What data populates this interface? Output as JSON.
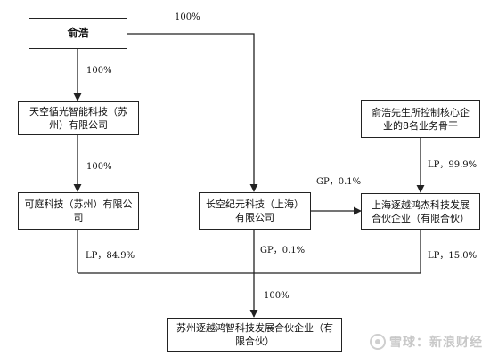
{
  "entities": {
    "yu_hao": "俞浩",
    "tiankong": "天空循光智能科技（苏州）有限公司",
    "keting": "可庭科技（苏州）有限公司",
    "changkong": "长空纪元科技（上海）有限公司",
    "core_staff": "俞浩先生所控制核心企业的8名业务骨干",
    "shanghai_zhuyue": "上海逐越鸿杰科技发展合伙企业（有限合伙）",
    "suzhou_zhuyue": "苏州逐越鸿智科技发展合伙企业（有限合伙）"
  },
  "edges": {
    "yu_to_changkong": "100%",
    "yu_to_tiankong": "100%",
    "tiankong_to_keting": "100%",
    "changkong_to_shanghai": "GP，0.1%",
    "staff_to_shanghai": "LP，99.9%",
    "keting_to_suzhou": "LP，84.9%",
    "changkong_to_suzhou": "GP，0.1%",
    "shanghai_to_suzhou": "LP，15.0%",
    "merged_to_suzhou": "100%"
  },
  "watermark": {
    "text": "雪球：新浪财经"
  },
  "colors": {
    "line": "#222222",
    "box_border": "#222222",
    "watermark": "#c8c8c8"
  }
}
